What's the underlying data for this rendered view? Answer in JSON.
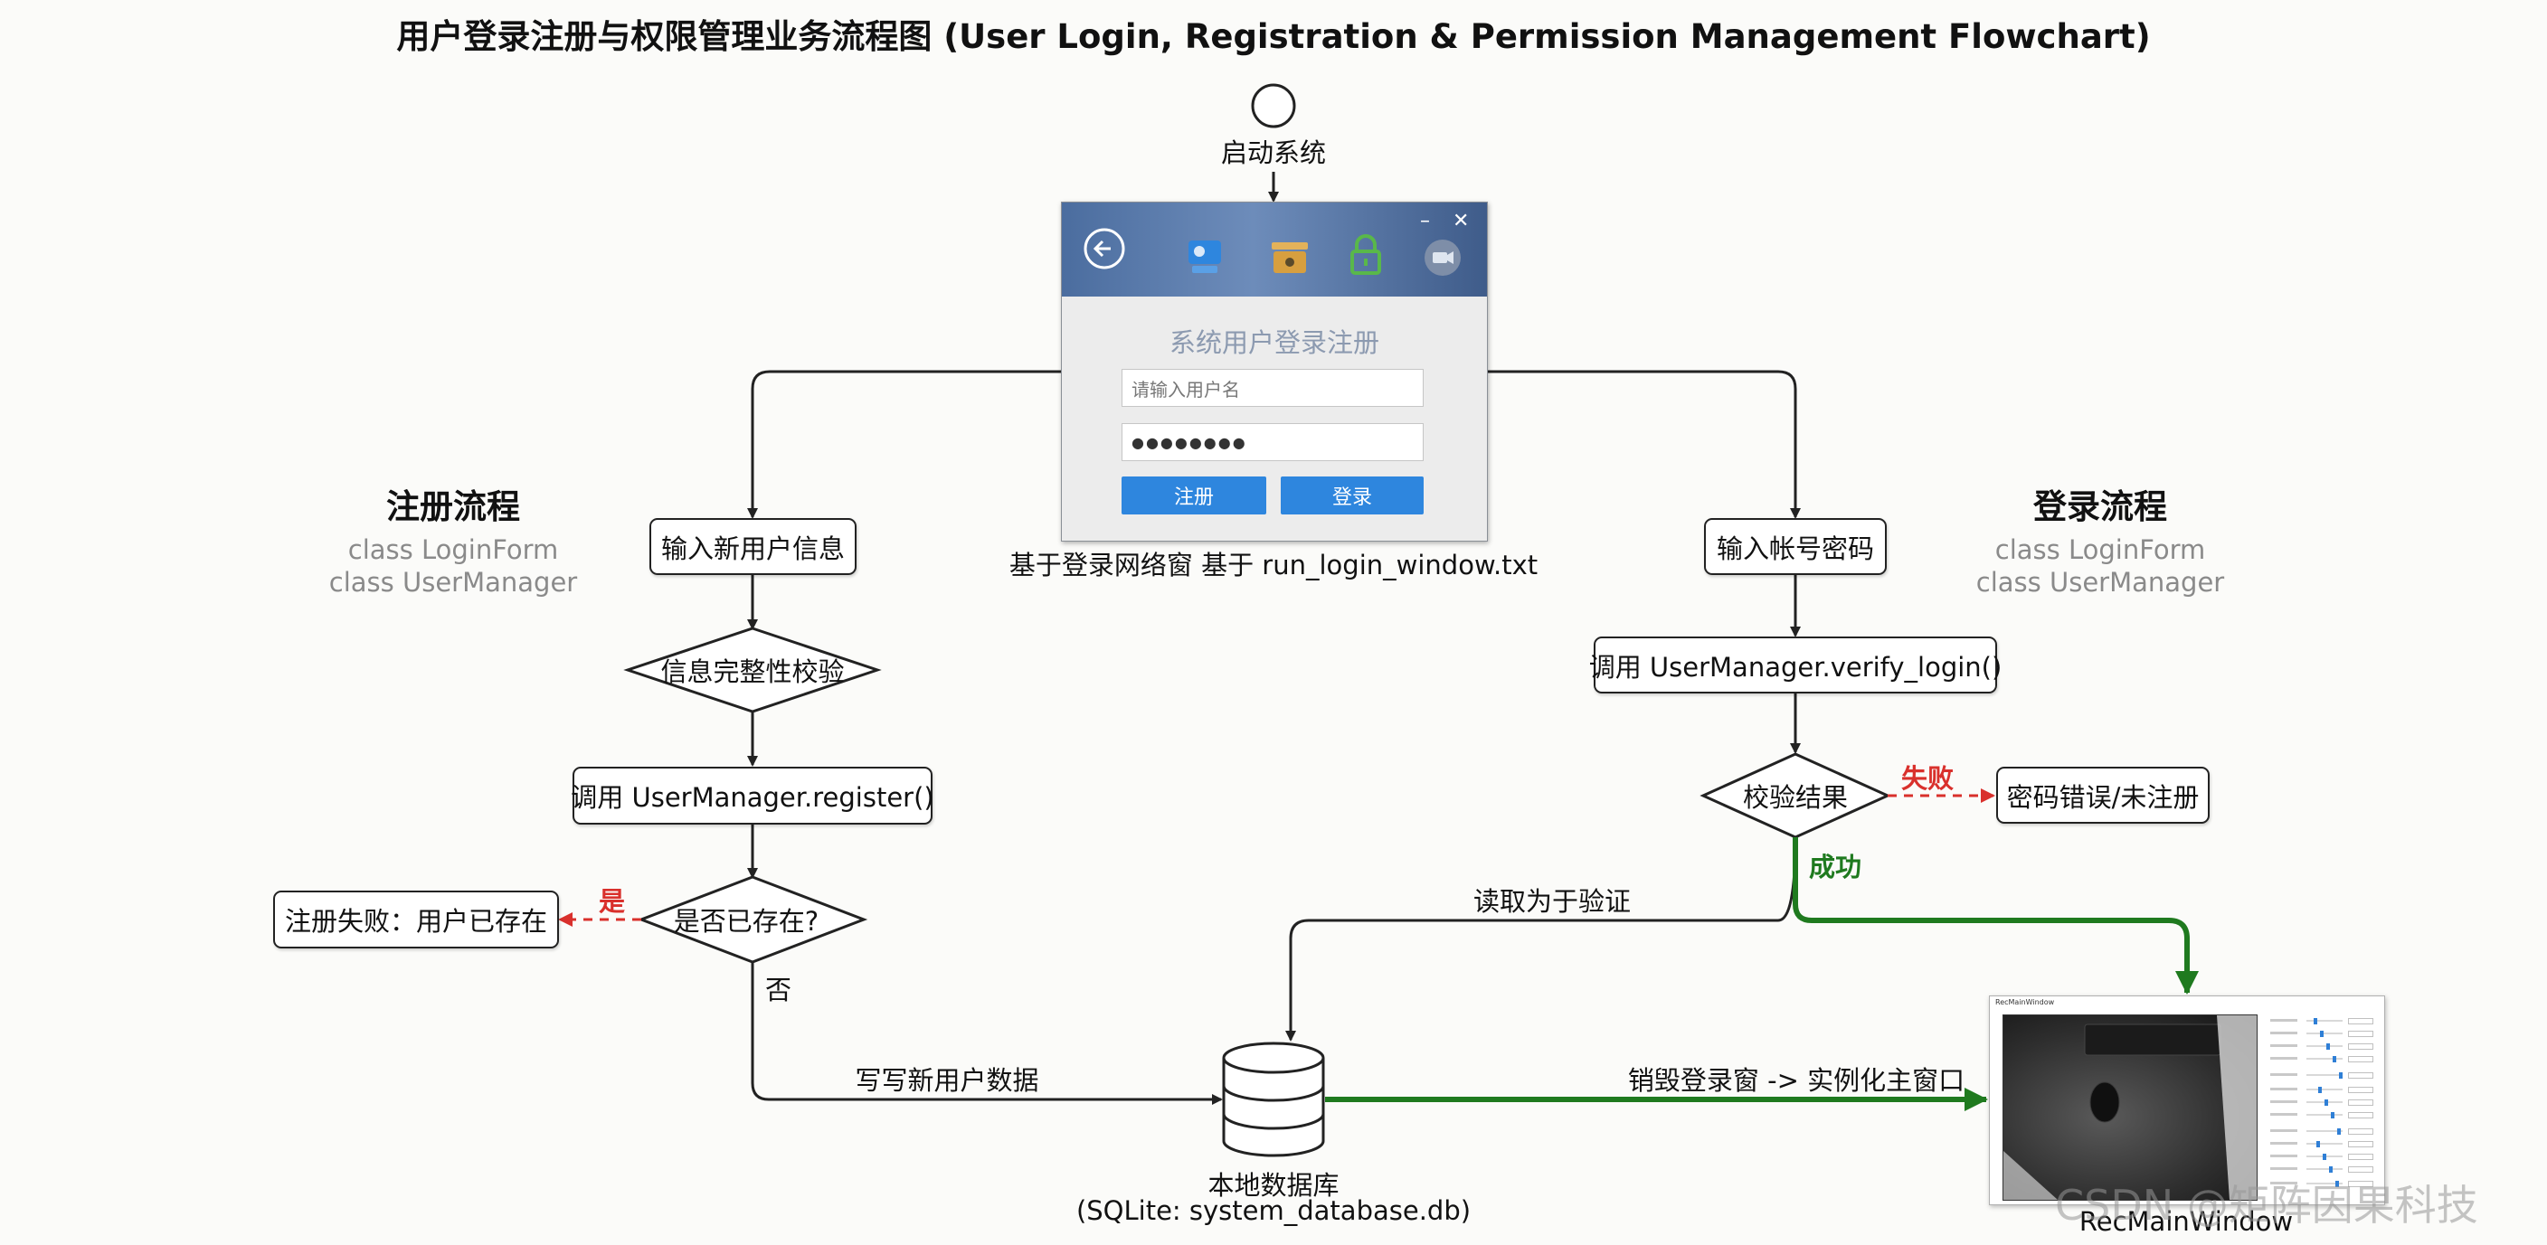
{
  "title": "用户登录注册与权限管理业务流程图 (User Login, Registration & Permission Management Flowchart)",
  "start": {
    "label": "启动系统"
  },
  "login_window": {
    "title": "系统用户登录注册",
    "username_placeholder": "请输入用户名",
    "password_value": "●●●●●●●●",
    "register_button": "注册",
    "login_button": "登录",
    "caption": "基于登录网络窗 基于 run_login_window.txt"
  },
  "register_section": {
    "heading": "注册流程",
    "class_1": "class LoginForm",
    "class_2": "class UserManager"
  },
  "login_section": {
    "heading": "登录流程",
    "class_1": "class LoginForm",
    "class_2": "class UserManager"
  },
  "register_flow": {
    "input_info": "输入新用户信息",
    "validate": "信息完整性校验",
    "call_register": "调用 UserManager.register()",
    "exists_check": "是否已存在?",
    "fail_box": "注册失败：用户已存在",
    "yes_label": "是",
    "no_label": "否",
    "write_label": "写写新用户数据"
  },
  "login_flow": {
    "input_credentials": "输入帐号密码",
    "call_verify": "调用 UserManager.verify_login()",
    "result_check": "校验结果",
    "fail_label": "失败",
    "fail_box": "密码错误/未注册",
    "success_label": "成功",
    "read_label": "读取为于验证",
    "destroy_label": "销毁登录窗 -> 实例化主窗口"
  },
  "database": {
    "label": "本地数据库",
    "sub": "(SQLite: system_database.db)"
  },
  "main_window": {
    "label": "RecMainWindow",
    "window_title": "RecMainWindow"
  },
  "watermark": "CSDN @矩阵因果科技",
  "colors": {
    "line": "#222222",
    "fail_red": "#d9302c",
    "success_green": "#1f7a1f",
    "login_button_blue": "#2e86de"
  }
}
